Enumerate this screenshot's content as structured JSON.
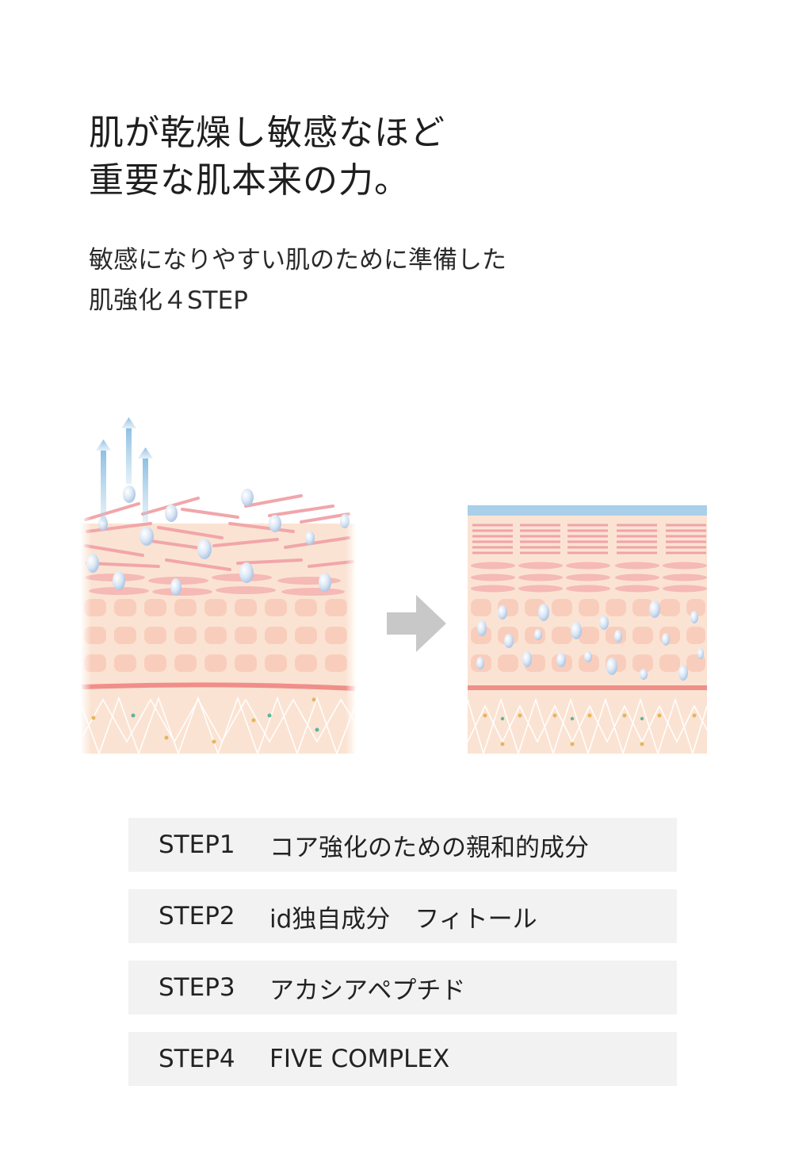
{
  "headline": {
    "line1": "肌が乾燥し敏感なほど",
    "line2": "重要な肌本来の力。"
  },
  "subheadline": {
    "line1": "敏感になりやすい肌のために準備した",
    "line2": "肌強化４STEP"
  },
  "steps": [
    {
      "number": "STEP1",
      "label": "コア強化のための親和的成分"
    },
    {
      "number": "STEP2",
      "label": "id独自成分　フィトール"
    },
    {
      "number": "STEP3",
      "label": "アカシアペプチド"
    },
    {
      "number": "STEP4",
      "label": "FIVE COMPLEX"
    }
  ],
  "colors": {
    "skin_base": "#fbe3d3",
    "stratum_lines": "#f0a3a8",
    "cells": "#f9cdbc",
    "basement": "#f08f8a",
    "water_drop": "#c4d8ee",
    "moisture_barrier": "#a9cfe9",
    "arrow": "#c8c8c8",
    "step_bg": "#f2f2f2"
  },
  "icons": [
    "evaporation-arrow-icon",
    "water-drop-icon",
    "right-arrow-icon"
  ]
}
